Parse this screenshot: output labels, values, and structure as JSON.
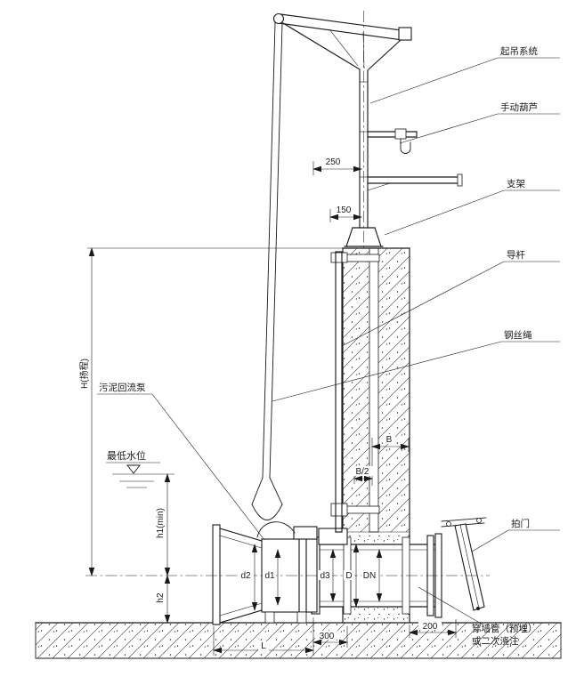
{
  "meta": {
    "background": "#ffffff",
    "line_color": "#1a1a1a"
  },
  "callouts": {
    "hoist_system": "起吊系统",
    "manual_hoist": "手动葫芦",
    "support": "支架",
    "guide_rod": "导杆",
    "wire_rope": "钢丝绳",
    "flap_valve": "拍门",
    "wall_pipe_line1": "穿墙管（预埋）",
    "wall_pipe_line2": "或二次浇注",
    "pump": "污泥回流泵",
    "min_water_level": "最低水位"
  },
  "dims": {
    "top_offset": "250",
    "arm_offset": "150",
    "wall_width": "B",
    "wall_half_width": "B/2",
    "head": "H(扬程)",
    "h1_min": "h1(min)",
    "h2": "h2",
    "length_L": "L",
    "pipe_len": "300",
    "valve_len": "200",
    "d1": "d1",
    "d2": "d2",
    "d3": "d3",
    "D": "D",
    "DN": "DN"
  }
}
